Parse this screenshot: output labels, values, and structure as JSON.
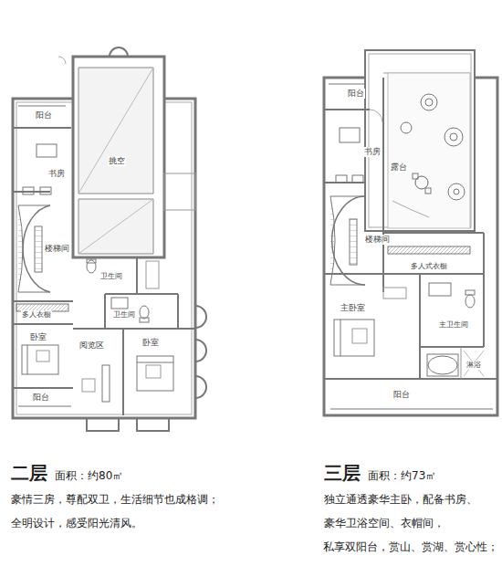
{
  "diagram": {
    "labels": [
      "阳台",
      "书房",
      "挑空",
      "楼梯间",
      "卫生间",
      "卫生间",
      "多人衣橱",
      "卧室",
      "阅览区",
      "卧室",
      "阳台",
      "阳台",
      "书房",
      "露台",
      "楼梯间",
      "多人式衣橱",
      "主卧室",
      "主卫生间",
      "淋浴",
      "阳台",
      "二层",
      "面积：约80㎡",
      "豪情三房，尊配双卫，生活细节也成格调；",
      "全明设计，感受阳光清风。",
      "三层",
      "面积：约73㎡",
      "独立通透豪华主卧，配备书房、",
      "豪华卫浴空间、衣帽间，",
      "私享双阳台，赏山、赏湖、赏心性；"
    ]
  }
}
